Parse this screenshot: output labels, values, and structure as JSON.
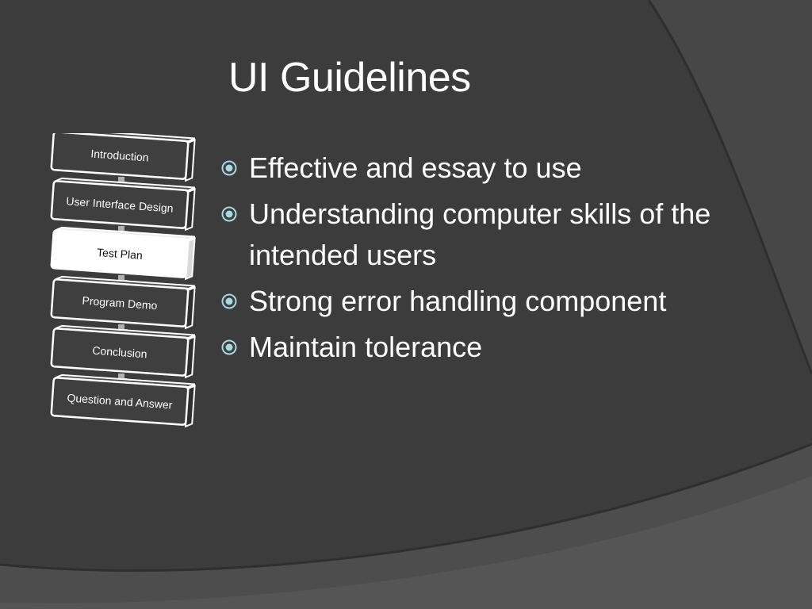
{
  "slide": {
    "title": "UI Guidelines",
    "bullets": [
      "Effective and essay to use",
      "Understanding computer skills of the intended users",
      "Strong error handling component",
      "Maintain tolerance"
    ]
  },
  "flowchart": {
    "steps": [
      {
        "label": "Introduction",
        "highlighted": false
      },
      {
        "label": "User Interface Design",
        "highlighted": false
      },
      {
        "label": "Test Plan",
        "highlighted": true
      },
      {
        "label": "Program Demo",
        "highlighted": false
      },
      {
        "label": "Conclusion",
        "highlighted": false
      },
      {
        "label": "Question and Answer",
        "highlighted": false
      }
    ]
  },
  "icons": {
    "bullet": "circled-dot-bullet-icon"
  },
  "colors": {
    "background": "#3c3c3c",
    "background_swoosh": "#4d4d4d",
    "text": "#ffffff",
    "bullet_accent": "#a8d8df",
    "step_fill": "#3f3f3f",
    "step_highlight_fill": "#ffffff",
    "step_border": "#ffffff",
    "arrow": "#b0b0b0"
  }
}
